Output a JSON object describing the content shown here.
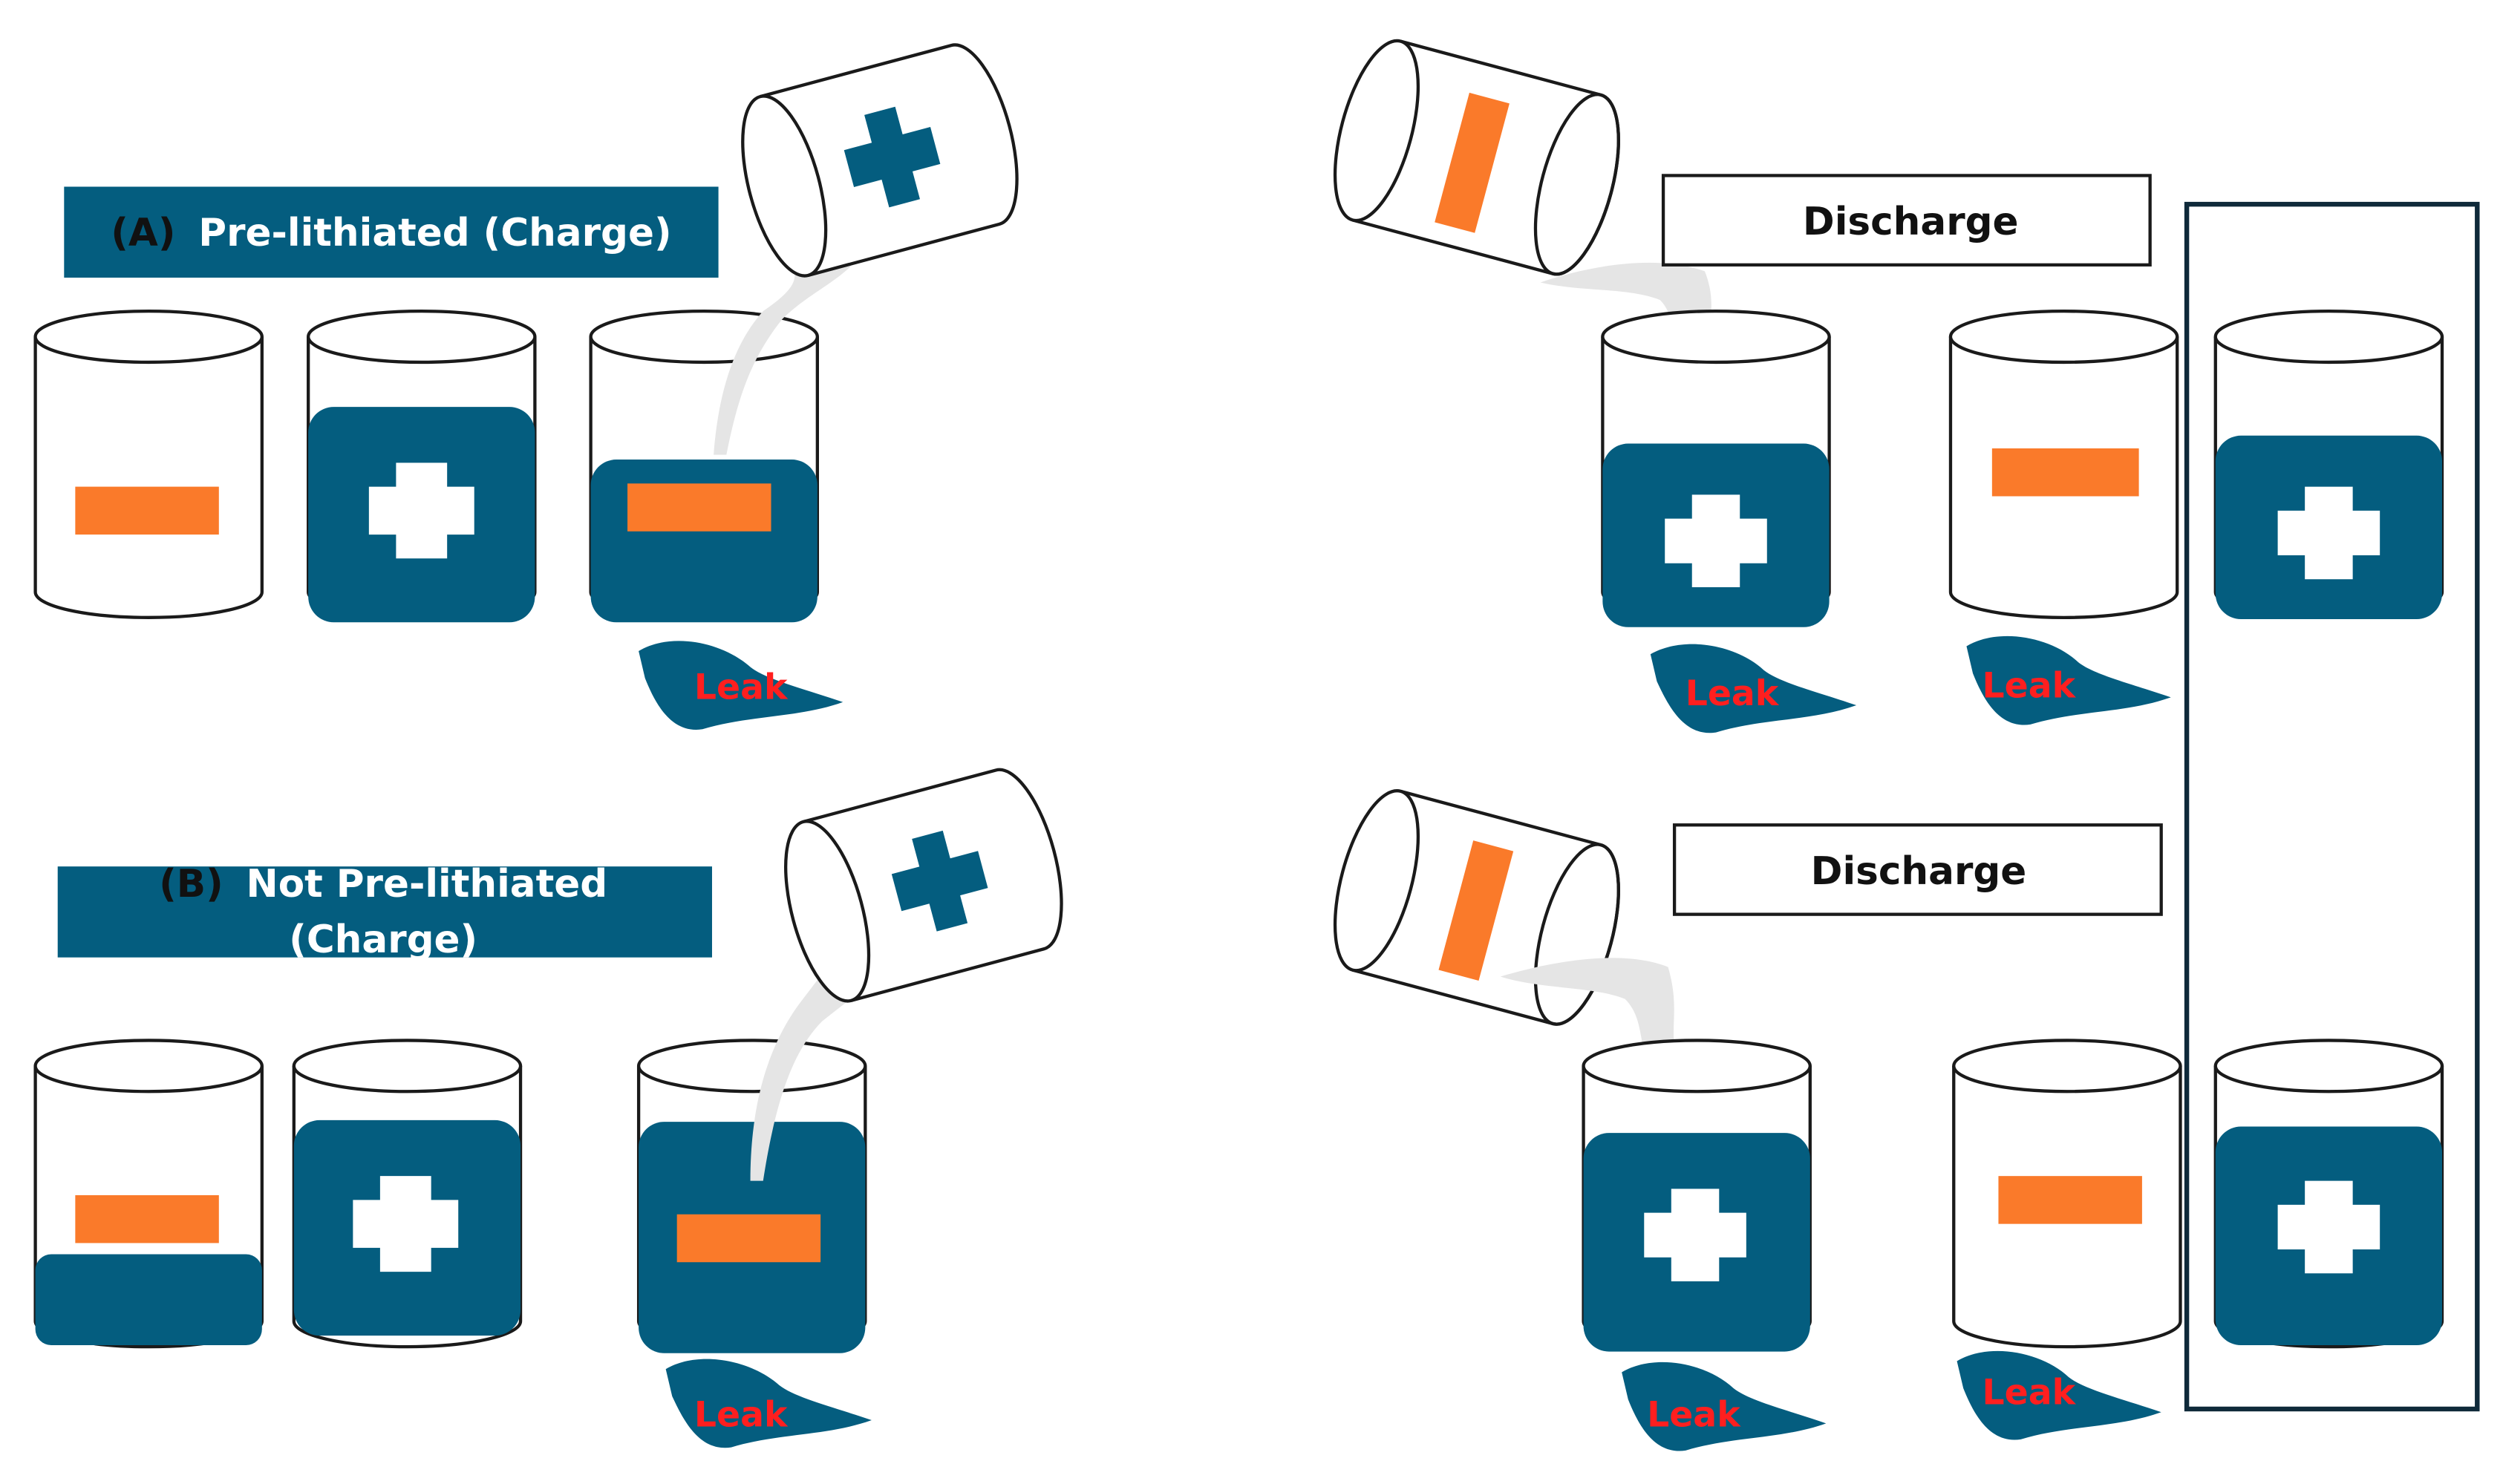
{
  "labels": {
    "a_prefix": "(A)",
    "a_title": "Pre-lithiated (Charge)",
    "b_prefix": "(B)",
    "b_line1": "Not Pre-lithiated",
    "b_line2": "(Charge)",
    "discharge_top": "Discharge",
    "discharge_bottom": "Discharge",
    "leak": "Leak"
  },
  "colors": {
    "cathode": "#045d7f",
    "anode": "#fa7a2a",
    "electrolyte_stream": "#e5e5e5",
    "leak_text": "#ff1f1f",
    "outline": "#1a1a1a"
  }
}
